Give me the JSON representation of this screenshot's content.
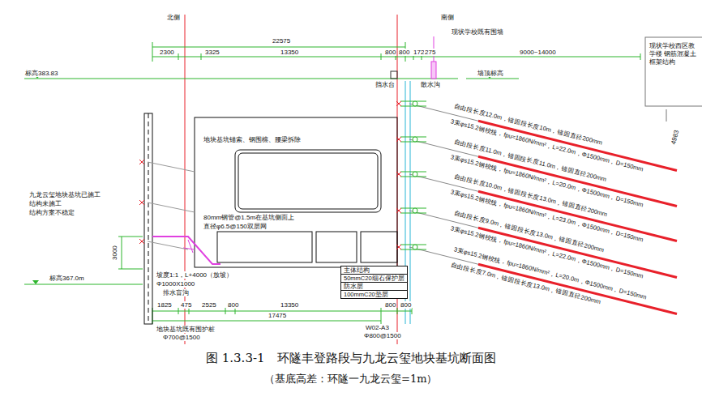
{
  "diagram": {
    "caption": "图 1.3.3-1　环隧丰登路段与九龙云玺地块基坑断面图",
    "nodes": [
      {
        "text": [
          "现状学校西区教学楼 钢筋混凝土框架结构"
        ]
      },
      {
        "text": [
          "主体结构",
          "50mmC20细石保护层",
          "防水层",
          "100mmC20垫层"
        ]
      }
    ],
    "labels": [
      "北侧",
      "南侧",
      "22575",
      "2300",
      "3325",
      "13350",
      "800",
      "800",
      "1725",
      "275",
      "9000~14000",
      "现状学校既有围墙",
      "标高383.83",
      "挡水台",
      "散水沟",
      "墙顶标高",
      "4983",
      "自由段长度12.0m，锚固段长度10m，锚固直径200mm",
      "3束φs15.2钢绞线，fpu=1860N/mm²，L=22.0m，Φ1500mm，D=150mm",
      "自由段长度11.0m，锚固段长度11.0m，锚固直径200mm",
      "3束φs15.2钢绞线，fpu=1860N/mm²，L=20.0m，Φ1500mm，D=150mm",
      "自由段长度10.0m，锚固段长度13.0m，锚固直径200mm",
      "3束φs15.2钢绞线，fpu=1860N/mm²，L=23.0m，Φ1500mm，D=150mm",
      "自由段长度9.0m，锚固段长度13.0m，锚固直径200mm",
      "3束φs15.2钢绞线，fpu=1860N/mm²，L=22.0m，Φ1500mm，D=150mm",
      "3束φs15.2钢绞线，fpu=1860N/mm²，L=20.0m，Φ1500mm，D=150mm",
      "自由段长度7.0m，锚固段长度13.0m，锚固直径200mm",
      "地块基坑锚索、钢围檩、腰梁拆除",
      "九龙云玺地块基坑已施工",
      "结构未施工",
      "结构方案不稳定",
      "80mm钢管@1.5m在基坑侧面上",
      "直径φ6.5@150双层网",
      "3000",
      "标高367.0m",
      "坡度1:1，L+4000（放坡）",
      "Φ1000X1000",
      "排水盲沟",
      "1825",
      "475",
      "2525",
      "800",
      "13350",
      "800",
      "800",
      "17475",
      "W02-A3",
      "Φ800@1500",
      "地块基坑既有围护桩",
      "Φ700@1500",
      "（基底高差：环隧一九龙云玺=1m）"
    ]
  }
}
